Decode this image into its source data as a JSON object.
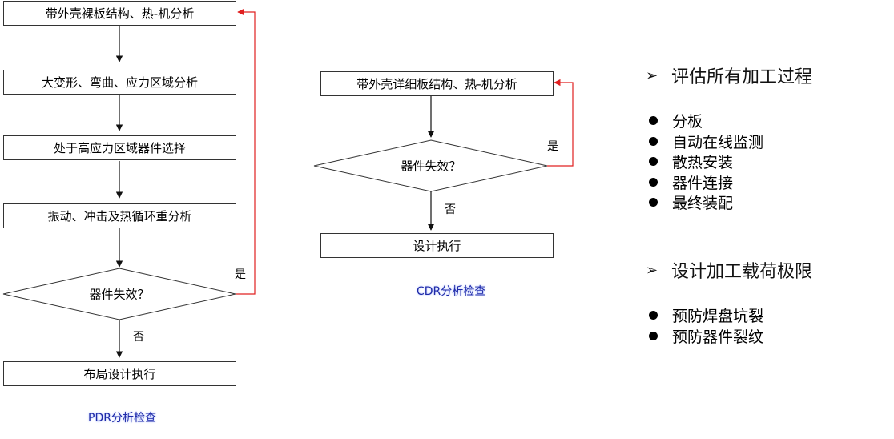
{
  "pdr": {
    "steps": [
      "带外壳裸板结构、热-机分析",
      "大变形、弯曲、应力区域分析",
      "处于高应力区域器件选择",
      "振动、冲击及热循环重分析"
    ],
    "decision": "器件失效？",
    "yes_label": "是",
    "no_label": "否",
    "final": "布局设计执行",
    "caption": "PDR分析检查"
  },
  "cdr": {
    "step": "带外壳详细板结构、热-机分析",
    "decision": "器件失效？",
    "yes_label": "是",
    "no_label": "否",
    "final": "设计执行",
    "caption": "CDR分析检查"
  },
  "panel": {
    "section1": {
      "title": "评估所有加工过程",
      "items": [
        "分板",
        "自动在线监测",
        "散热安装",
        "器件连接",
        "最终装配"
      ]
    },
    "section2": {
      "title": "设计加工载荷极限",
      "items": [
        "预防焊盘坑裂",
        "预防器件裂纹"
      ]
    }
  },
  "colors": {
    "feedback_arrow": "#e02020",
    "caption": "#1f2aa8",
    "box_border": "#333333"
  }
}
